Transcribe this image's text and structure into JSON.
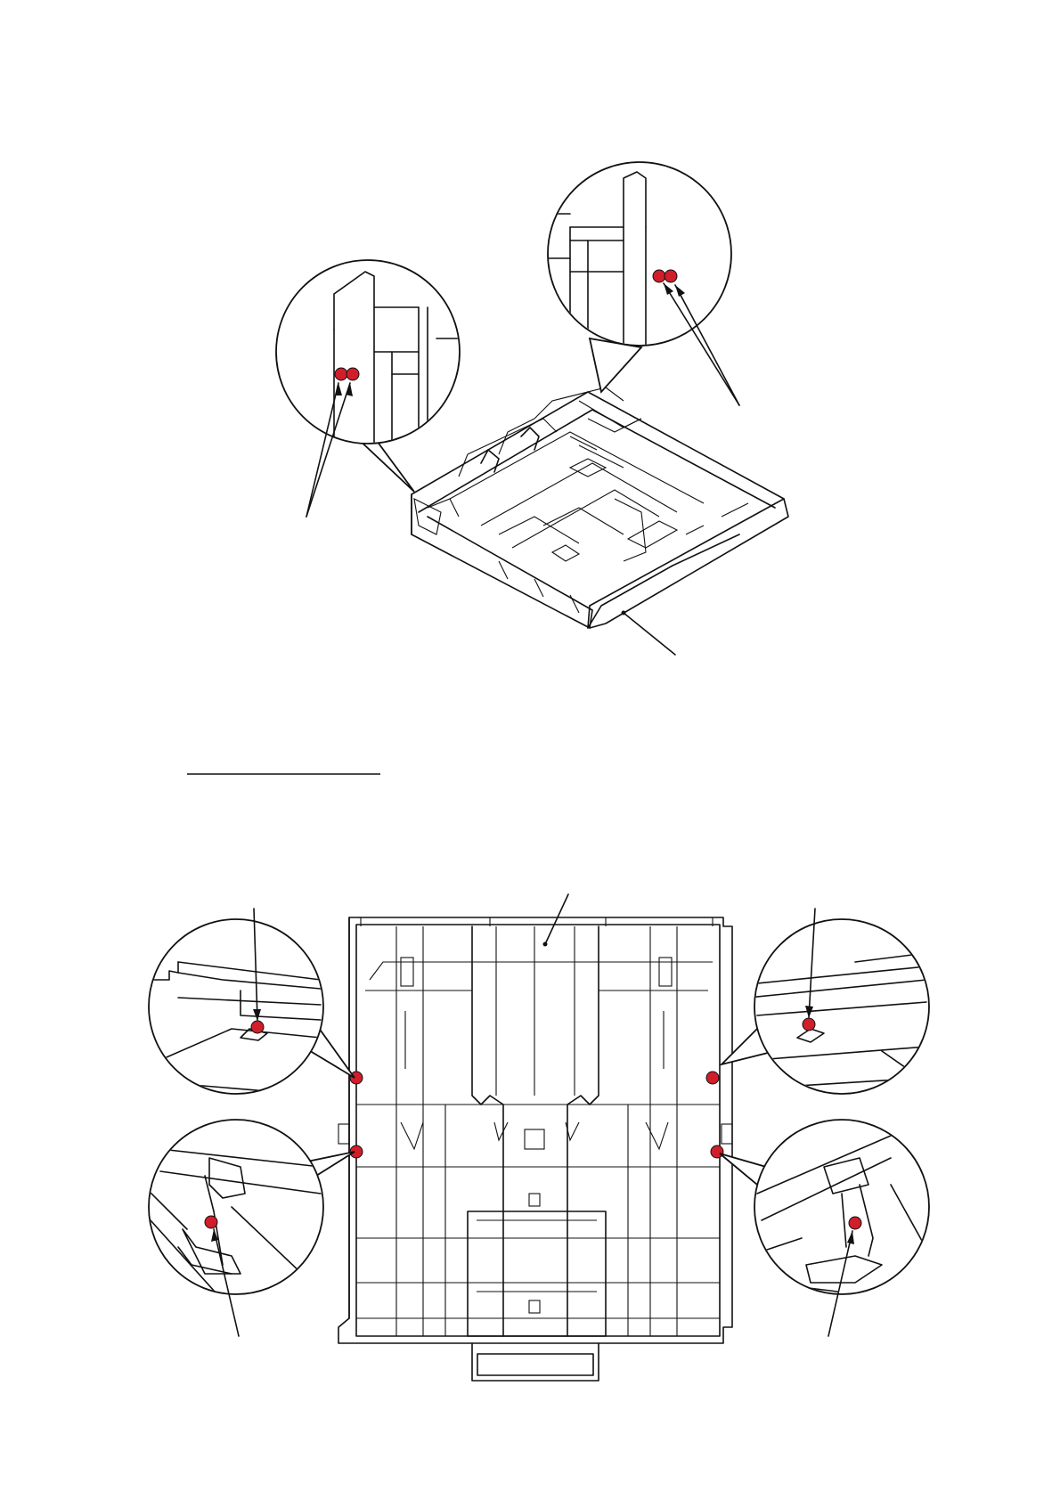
{
  "diagram": {
    "dot_color": "#d01e2a",
    "line_color": "#111111",
    "top_figure": {
      "description_callouts": 3,
      "zoom_circles": 2,
      "red_dots": 4
    },
    "bottom_figure": {
      "zoom_circles": 4,
      "red_dots": 8
    }
  }
}
